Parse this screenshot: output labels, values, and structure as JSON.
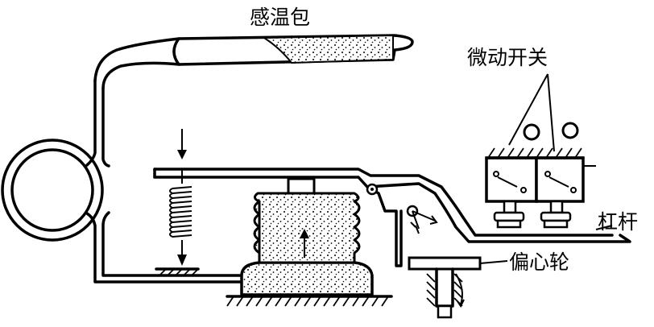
{
  "labels": {
    "sensing_bulb": "感温包",
    "micro_switch": "微动开关",
    "lever": "杠杆",
    "eccentric_wheel": "偏心轮"
  },
  "colors": {
    "ink": "#000000",
    "background": "#ffffff"
  }
}
